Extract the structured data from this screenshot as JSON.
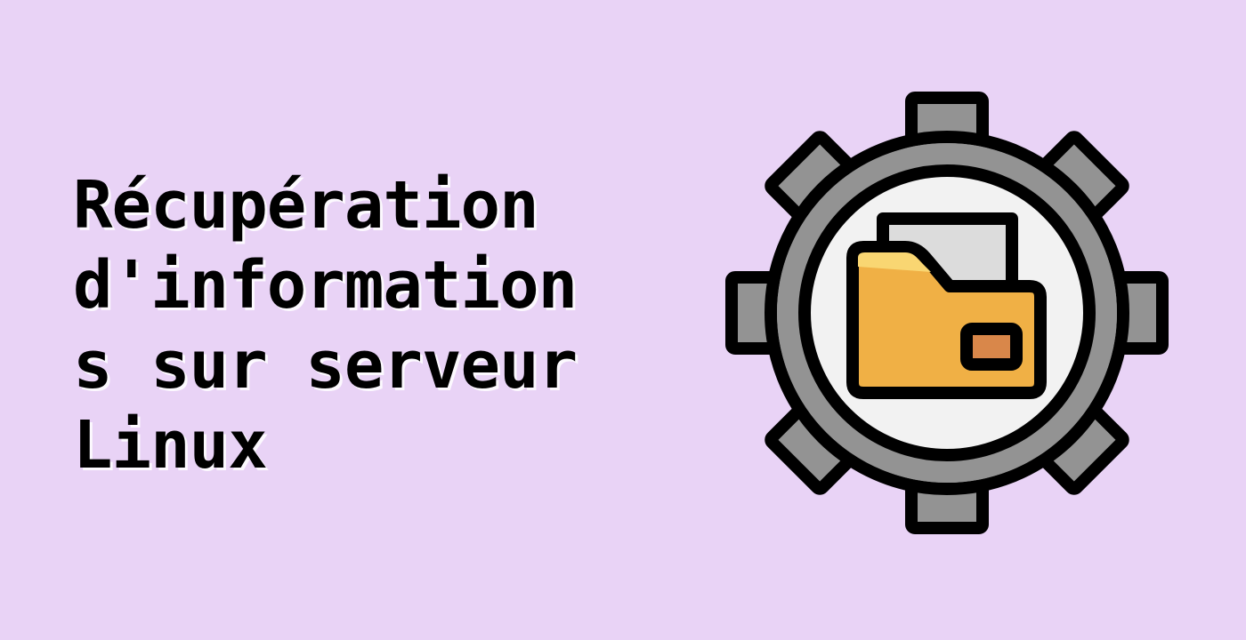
{
  "title": {
    "lines": [
      "Récupération",
      "d'information",
      "s sur serveur",
      "Linux"
    ]
  },
  "illustration": {
    "icon": "gear-folder-icon"
  },
  "colors": {
    "background": "#e9d3f6",
    "text": "#000000",
    "gear": "#939393",
    "gear_inner": "#f2f2f2",
    "folder": "#f0b045",
    "folder_tab": "#f9d672",
    "paper": "#dcdcdc",
    "folder_label": "#d9874a"
  }
}
